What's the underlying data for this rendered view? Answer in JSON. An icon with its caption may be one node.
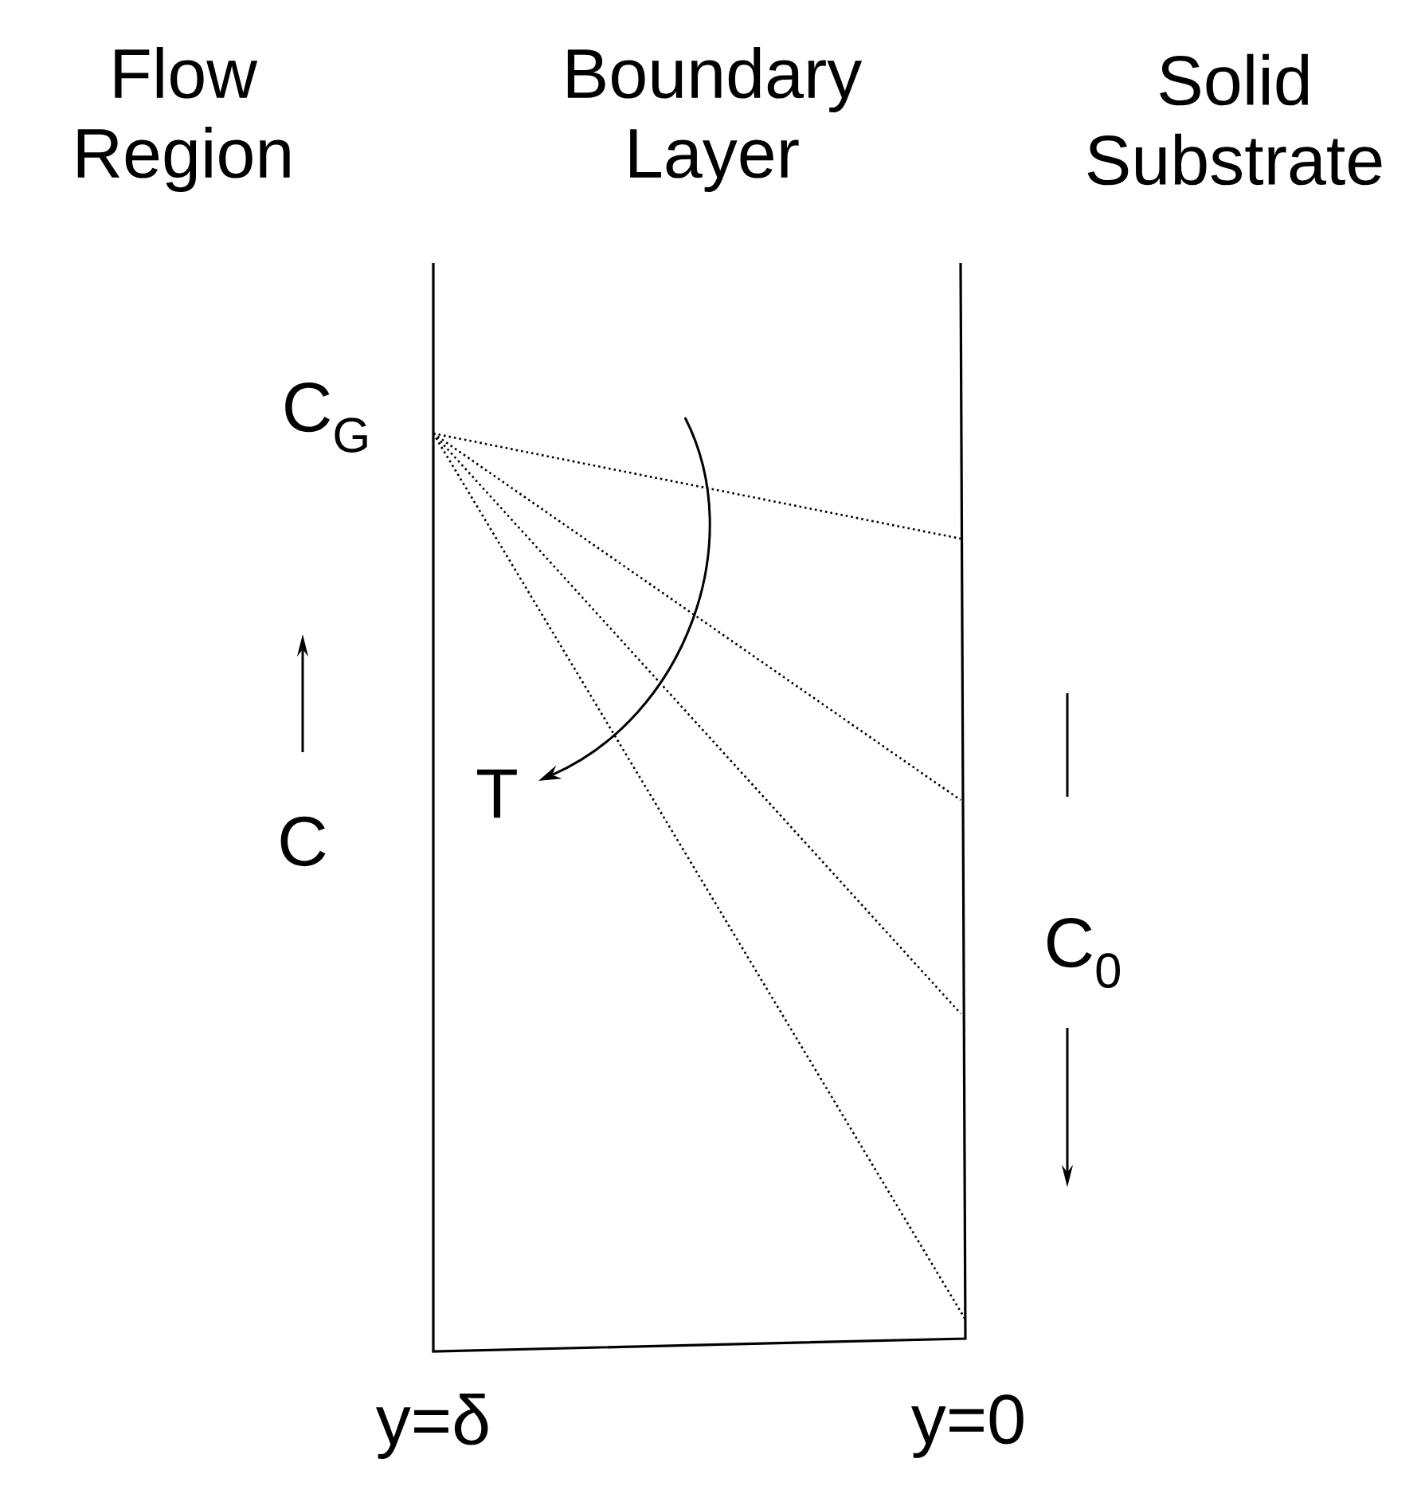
{
  "diagram": {
    "labels": [
      "Flow Region",
      "Boundary Layer",
      "Solid Substrate",
      "C$_{G}$",
      "C",
      "T",
      "C$_{0}$",
      "y=δ",
      "y=0"
    ]
  }
}
